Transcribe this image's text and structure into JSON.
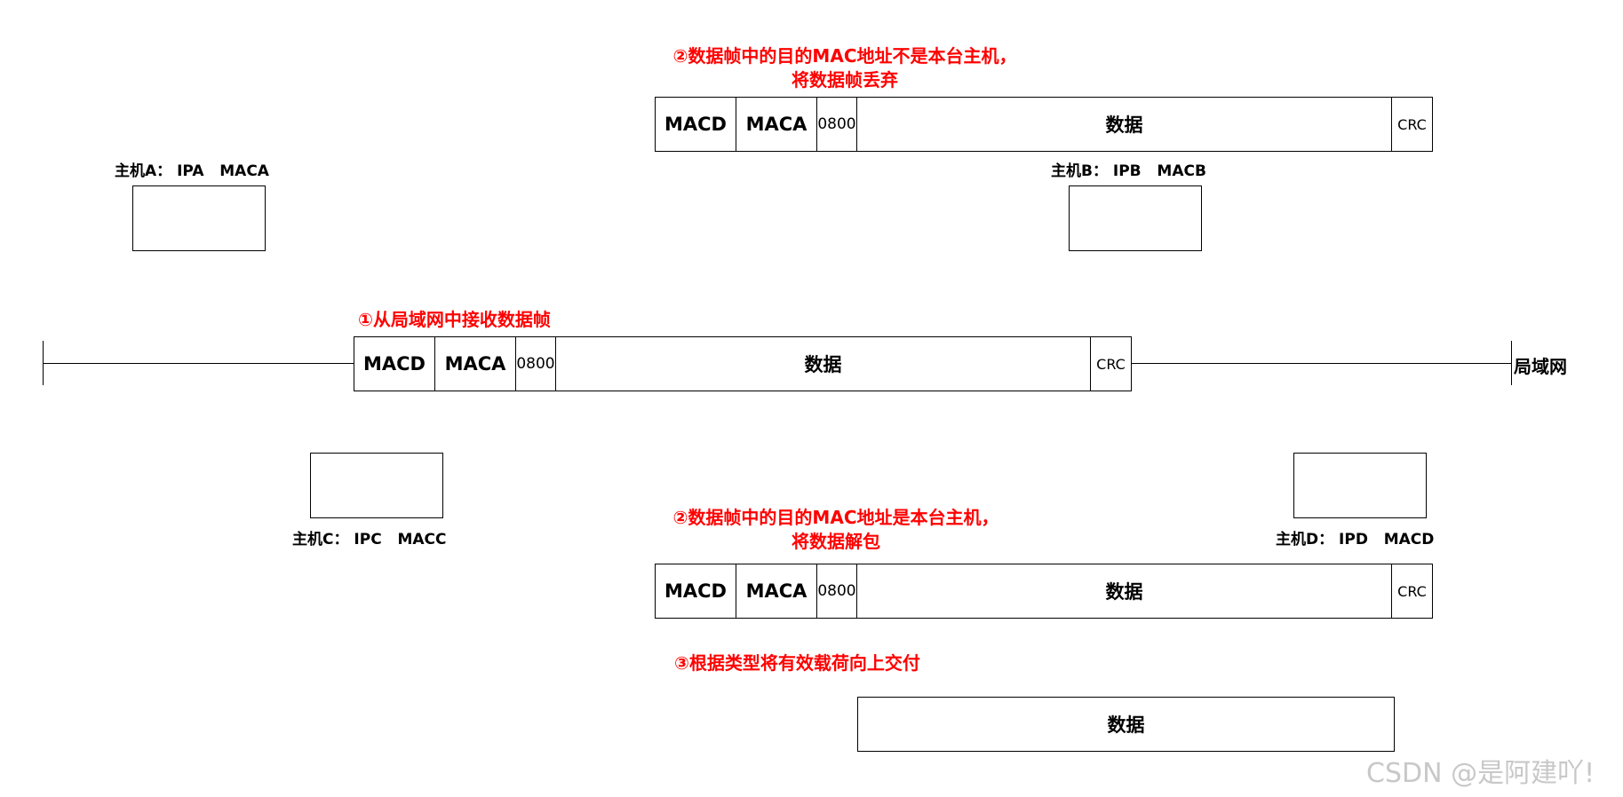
{
  "hosts": {
    "a": {
      "name": "主机A",
      "sep": "：",
      "ip": "IPA",
      "mac": "MACA"
    },
    "b": {
      "name": "主机B",
      "sep": "：",
      "ip": "IPB",
      "mac": "MACB"
    },
    "c": {
      "name": "主机C",
      "sep": "：",
      "ip": "IPC",
      "mac": "MACC"
    },
    "d": {
      "name": "主机D",
      "sep": "：",
      "ip": "IPD",
      "mac": "MACD"
    }
  },
  "frame_fields": {
    "dst_mac": "MACD",
    "src_mac": "MACA",
    "type": "0800",
    "payload": "数据",
    "crc": "CRC"
  },
  "notes": {
    "receive": "①从局域网中接收数据帧",
    "discard_line1": "②数据帧中的目的MAC地址不是本台主机，",
    "discard_line2": "将数据帧丢弃",
    "accept_line1": "②数据帧中的目的MAC地址是本台主机，",
    "accept_line2": "将数据解包",
    "deliver": "③根据类型将有效载荷向上交付"
  },
  "lan_label": "局域网",
  "watermark": "CSDN @是阿建吖!",
  "colors": {
    "annotation": "#ff0000",
    "line": "#000000",
    "watermark": "#c8c8c8"
  }
}
